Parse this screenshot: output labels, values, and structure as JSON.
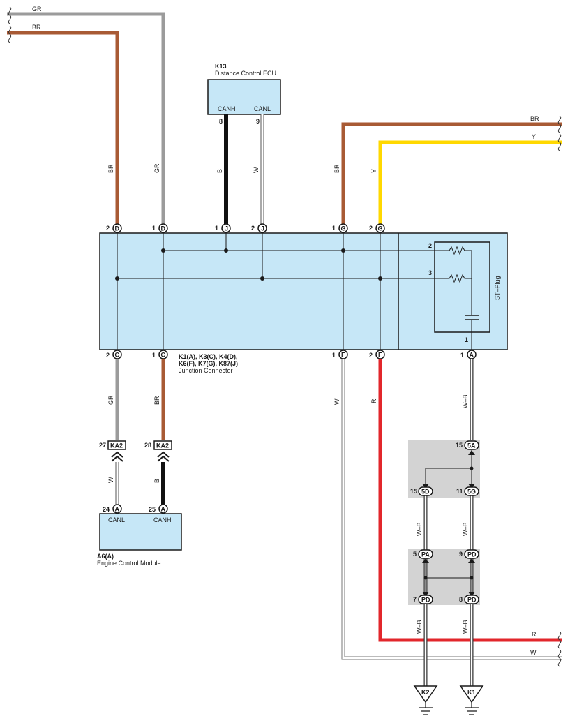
{
  "colors": {
    "box": "#c6e7f7",
    "grey_box": "#d3d3d3",
    "BR": "#a85a34",
    "GR": "#9b9b9b",
    "B": "#111111",
    "W": "#ffffff",
    "Y": "#ffd800",
    "R": "#e2262b"
  },
  "k13": {
    "code": "K13",
    "name": "Distance Control ECU",
    "pins": [
      {
        "num": "8",
        "name": "CANH",
        "wire": "B"
      },
      {
        "num": "9",
        "name": "CANL",
        "wire": "W"
      }
    ]
  },
  "jc": {
    "codes_line1": "K1(A), K3(C), K4(D),",
    "codes_line2": "K6(F), K7(G), K87(J)",
    "name": "Junction Connector",
    "top_pins": [
      {
        "num": "2",
        "conn": "D",
        "wire": "BR"
      },
      {
        "num": "1",
        "conn": "D",
        "wire": "GR"
      },
      {
        "num": "1",
        "conn": "J",
        "wire": "B"
      },
      {
        "num": "2",
        "conn": "J",
        "wire": "W"
      },
      {
        "num": "1",
        "conn": "G",
        "wire": "BR"
      },
      {
        "num": "2",
        "conn": "G",
        "wire": "Y"
      }
    ],
    "bottom_pins": [
      {
        "num": "2",
        "conn": "C",
        "wire": "GR"
      },
      {
        "num": "1",
        "conn": "C",
        "wire": "BR"
      },
      {
        "num": "1",
        "conn": "F",
        "wire": "W"
      },
      {
        "num": "2",
        "conn": "F",
        "wire": "R"
      },
      {
        "num": "1",
        "conn": "A",
        "wire": "W–B"
      }
    ],
    "st_plug": {
      "label": "ST–Plug",
      "pins": [
        "2",
        "3",
        "1"
      ]
    }
  },
  "left_wires": [
    {
      "color": "GR"
    },
    {
      "color": "BR"
    }
  ],
  "right_wires": [
    {
      "color": "BR"
    },
    {
      "color": "Y"
    },
    {
      "color": "R"
    },
    {
      "color": "W"
    }
  ],
  "ka2": [
    {
      "num": "27",
      "conn": "KA2",
      "wire": "W"
    },
    {
      "num": "28",
      "conn": "KA2",
      "wire": "B"
    }
  ],
  "a6": {
    "code": "A6(A)",
    "name": "Engine Control Module",
    "pins": [
      {
        "num": "24",
        "conn": "A",
        "name": "CANL"
      },
      {
        "num": "25",
        "conn": "A",
        "name": "CANH"
      }
    ]
  },
  "junction_blocks": {
    "upper": {
      "top": {
        "num": "15",
        "conn": "5A"
      },
      "bottom_left": {
        "num": "15",
        "conn": "5D"
      },
      "bottom_right": {
        "num": "11",
        "conn": "5G"
      }
    },
    "lower": {
      "top_left": {
        "num": "5",
        "conn": "PA"
      },
      "top_right": {
        "num": "9",
        "conn": "PD"
      },
      "bottom_left": {
        "num": "7",
        "conn": "PD"
      },
      "bottom_right": {
        "num": "8",
        "conn": "PD"
      }
    }
  },
  "grounds": [
    {
      "id": "K2",
      "wire": "W–B"
    },
    {
      "id": "K1",
      "wire": "W–B"
    }
  ],
  "wb_label": "W–B"
}
